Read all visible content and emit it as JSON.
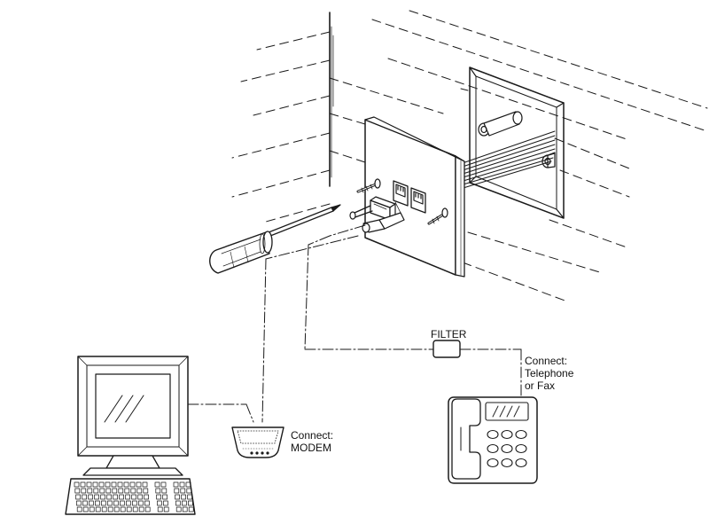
{
  "labels": {
    "filter": "FILTER",
    "phone": [
      "Connect:",
      "Telephone",
      "or Fax"
    ],
    "modem": [
      "Connect:",
      "MODEM"
    ]
  },
  "colors": {
    "ink": "#1a1a1a",
    "background": "#ffffff"
  }
}
